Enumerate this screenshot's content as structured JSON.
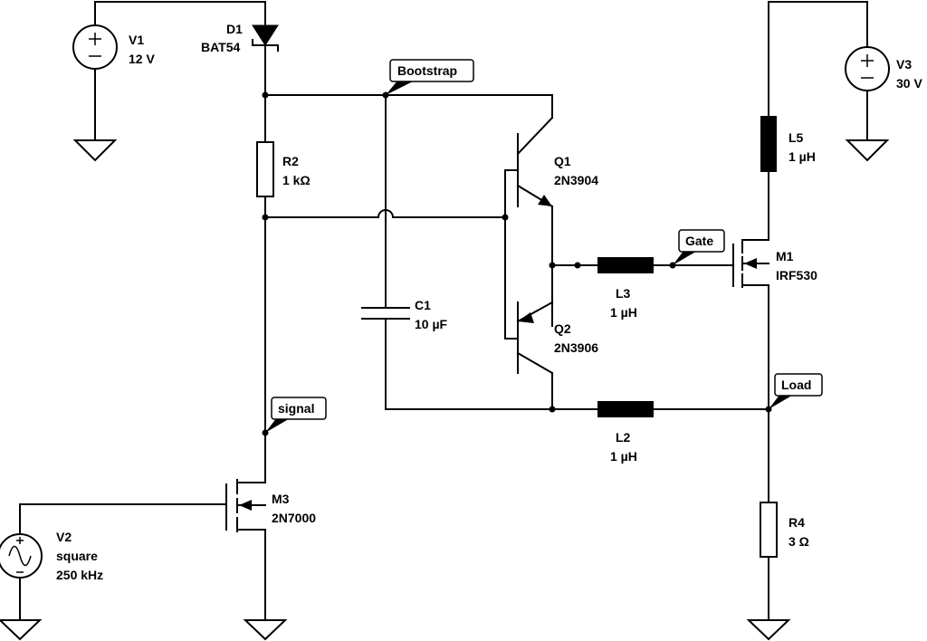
{
  "components": {
    "v1": {
      "name": "V1",
      "value": "12 V"
    },
    "d1": {
      "name": "D1",
      "value": "BAT54"
    },
    "r2": {
      "name": "R2",
      "value": "1 kΩ"
    },
    "c1": {
      "name": "C1",
      "value": "10 µF"
    },
    "q1": {
      "name": "Q1",
      "value": "2N3904"
    },
    "q2": {
      "name": "Q2",
      "value": "2N3906"
    },
    "l3": {
      "name": "L3",
      "value": "1 µH"
    },
    "l2": {
      "name": "L2",
      "value": "1 µH"
    },
    "l5": {
      "name": "L5",
      "value": "1 µH"
    },
    "m1": {
      "name": "M1",
      "value": "IRF530"
    },
    "v3": {
      "name": "V3",
      "value": "30 V"
    },
    "r4": {
      "name": "R4",
      "value": "3 Ω"
    },
    "m3": {
      "name": "M3",
      "value": "2N7000"
    },
    "v2": {
      "name": "V2",
      "wave": "square",
      "value": "250 kHz"
    }
  },
  "nets": {
    "bootstrap": "Bootstrap",
    "gate": "Gate",
    "load": "Load",
    "signal": "signal"
  }
}
